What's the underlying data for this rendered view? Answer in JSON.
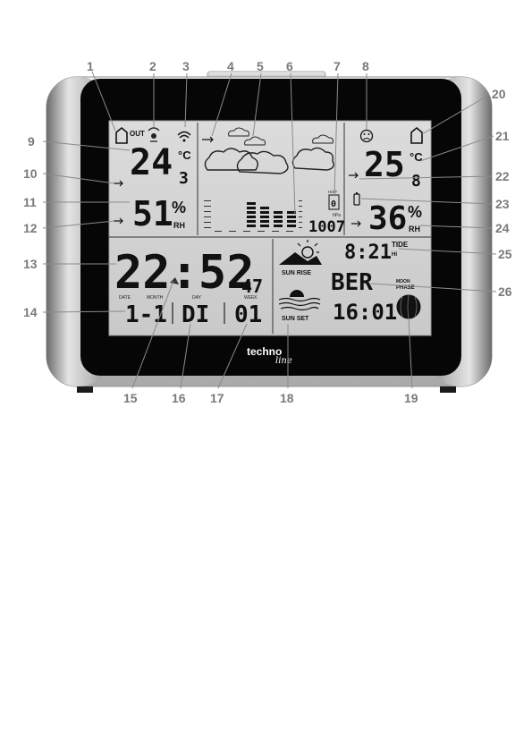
{
  "callouts": [
    "1",
    "2",
    "3",
    "4",
    "5",
    "6",
    "7",
    "8",
    "9",
    "10",
    "11",
    "12",
    "13",
    "14",
    "15",
    "16",
    "17",
    "18",
    "19",
    "20",
    "21",
    "22",
    "23",
    "24",
    "25",
    "26"
  ],
  "outdoor": {
    "out_label": "OUT",
    "temp_main": "24",
    "temp_decimal": "3",
    "temp_unit": "°C",
    "humidity": "51",
    "humidity_unit": "%",
    "rh_label": "RH"
  },
  "indoor": {
    "temp_main": "25",
    "temp_decimal": "8",
    "temp_unit": "°C",
    "humidity": "36",
    "humidity_unit": "%",
    "rh_label": "RH"
  },
  "pressure": {
    "value": "1007",
    "unit": "hPa",
    "hist_label": "HIST",
    "hist_value": "0"
  },
  "clock": {
    "time": "22:52",
    "seconds": "47",
    "date_label": "DATE",
    "month_label": "MONTH",
    "day_label": "DAY",
    "week_label": "WEEK",
    "date": "1-1",
    "day": "DI",
    "week": "01"
  },
  "sun": {
    "rise_label": "SUN RISE",
    "rise_time": "8:21",
    "city": "BER",
    "set_label": "SUN SET",
    "set_time": "16:01"
  },
  "tide": {
    "label": "TIDE",
    "value": "HI"
  },
  "moon": {
    "label_line1": "MOON",
    "label_line2": "PHASE"
  },
  "brand": {
    "name": "techno",
    "script": "line"
  }
}
